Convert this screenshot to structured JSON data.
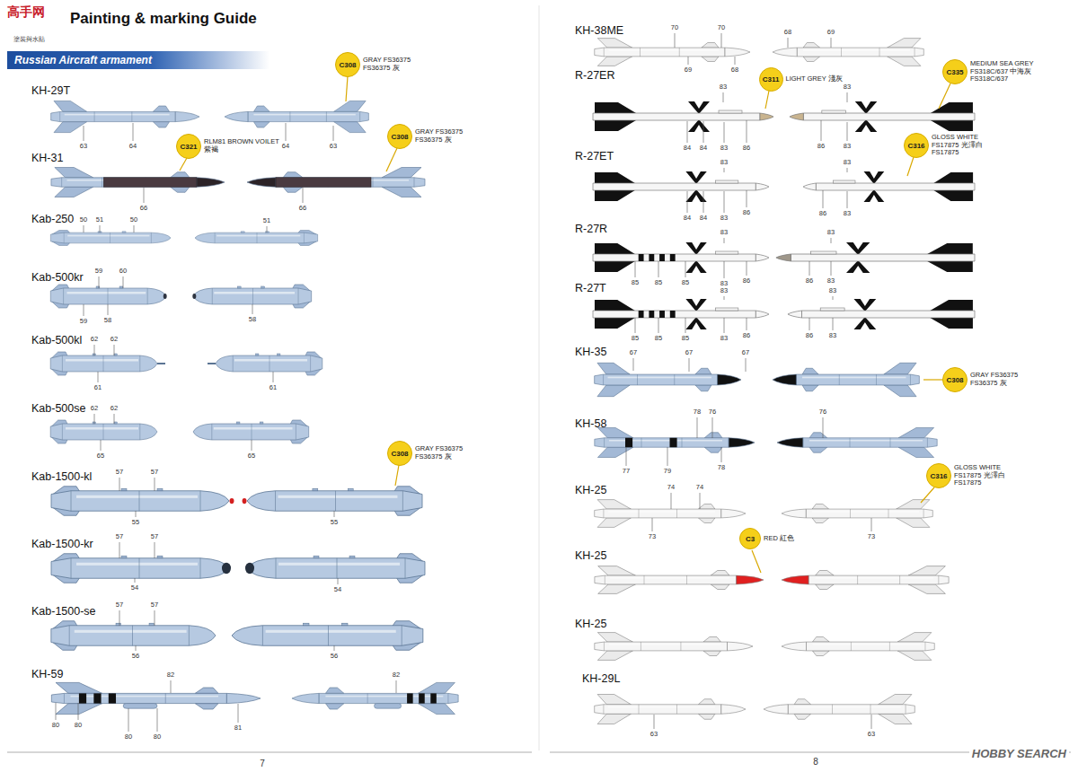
{
  "diagram": {
    "title": "Painting & marking Guide",
    "nodes": [
      {
        "text": [
          "Russian Aircraft armament"
        ]
      },
      {
        "text": [
          "C308",
          "GRAY FS36375 FS36375 灰"
        ]
      },
      {
        "text": [
          "C321",
          "RLM81 BROWN VOILET 紫褐"
        ]
      },
      {
        "text": [
          "C308",
          "GRAY FS36375 FS36375 灰"
        ]
      },
      {
        "text": [
          "C308",
          "GRAY FS36375 FS36375 灰"
        ]
      },
      {
        "text": [
          "C311",
          "LIGHT GREY 淺灰"
        ]
      },
      {
        "text": [
          "C335",
          "MEDIUM SEA GREY FS318C/637 中海灰FS318C/637"
        ]
      },
      {
        "text": [
          "C316",
          "GLOSS WHITE FS17875 光澤白FS17875"
        ]
      },
      {
        "text": [
          "C308",
          "GRAY FS36375 FS36375 灰"
        ]
      },
      {
        "text": [
          "C316",
          "GLOSS WHITE FS17875 光澤白FS17875"
        ]
      },
      {
        "text": [
          "C3",
          "RED 紅色"
        ]
      }
    ],
    "labels": [
      "塗裝與水貼",
      "高手网",
      "KH-29T",
      "63",
      "64",
      "64",
      "63",
      "KH-31",
      "66",
      "66",
      "Kab-250",
      "50",
      "51",
      "50",
      "51",
      "Kab-500kr",
      "59",
      "60",
      "59",
      "58",
      "58",
      "Kab-500kl",
      "62",
      "62",
      "61",
      "61",
      "Kab-500se",
      "62",
      "62",
      "65",
      "65",
      "Kab-1500-kl",
      "57",
      "57",
      "55",
      "55",
      "Kab-1500-kr",
      "57",
      "57",
      "54",
      "54",
      "Kab-1500-se",
      "57",
      "57",
      "56",
      "56",
      "KH-59",
      "82",
      "82",
      "80",
      "80",
      "80",
      "80",
      "81",
      "7",
      "KH-38ME",
      "70",
      "70",
      "69",
      "68",
      "68",
      "69",
      "R-27ER",
      "83",
      "84",
      "84",
      "83",
      "86",
      "83",
      "86",
      "83",
      "R-27ET",
      "83",
      "84",
      "84",
      "83",
      "86",
      "83",
      "86",
      "83",
      "R-27R",
      "83",
      "85",
      "85",
      "85",
      "83",
      "86",
      "83",
      "86",
      "83",
      "R-27T",
      "83",
      "85",
      "85",
      "85",
      "83",
      "86",
      "83",
      "86",
      "83",
      "KH-35",
      "67",
      "67",
      "67",
      "KH-58",
      "78",
      "76",
      "77",
      "79",
      "78",
      "76",
      "KH-25",
      "74",
      "74",
      "73",
      "73",
      "KH-25",
      "KH-25",
      "KH-29L",
      "63",
      "63",
      "8",
      "HOBBY SEARCH"
    ]
  }
}
